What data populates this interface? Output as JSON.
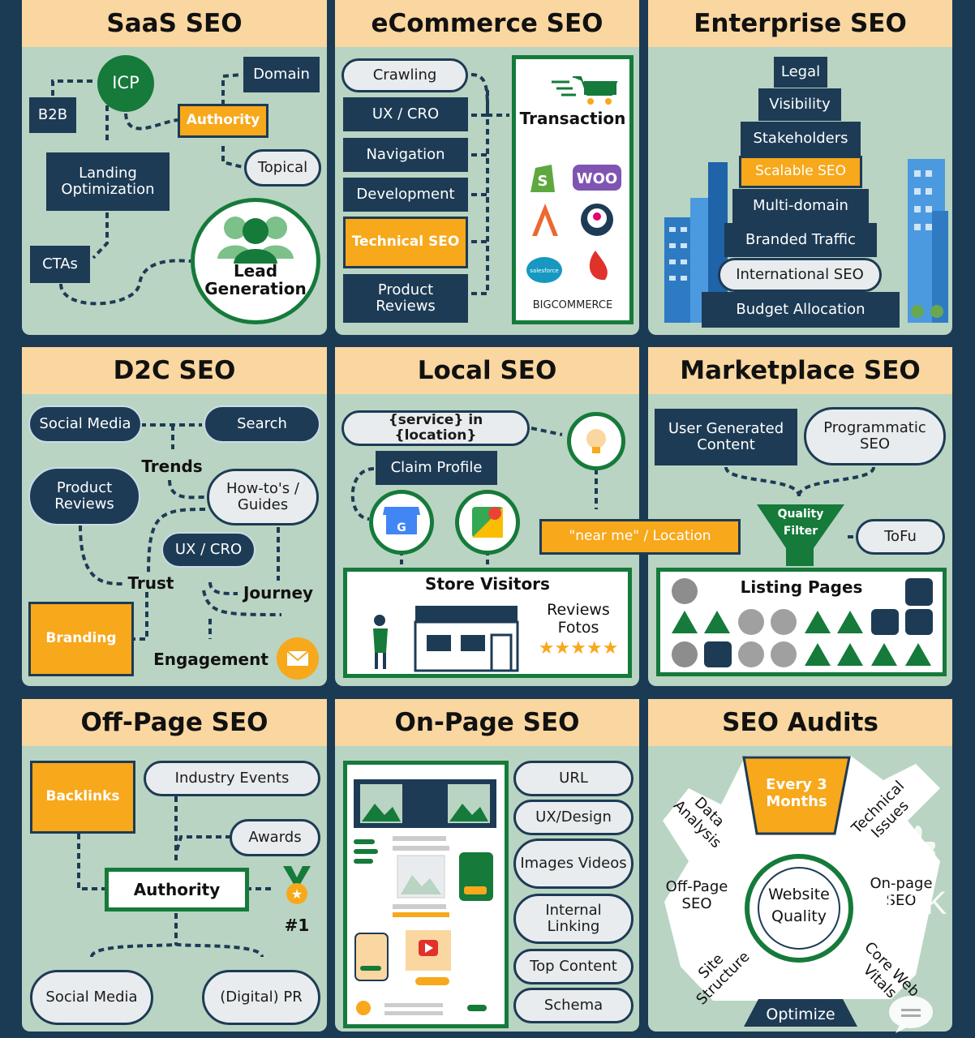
{
  "panels": {
    "saas": {
      "title": "SaaS SEO",
      "icp": "ICP",
      "domain": "Domain",
      "b2b": "B2B",
      "authority": "Authority",
      "landing": "Landing Optimization",
      "topical": "Topical",
      "ctas": "CTAs",
      "lead": "Lead Generation"
    },
    "ecom": {
      "title": "eCommerce SEO",
      "items": [
        "Crawling",
        "UX / CRO",
        "Navigation",
        "Development",
        "Technical SEO",
        "Product Reviews"
      ],
      "transaction": "Transaction",
      "bigcommerce": "BIGCOMMERCE",
      "salesforce": "salesforce",
      "woo": "WOO"
    },
    "enterprise": {
      "title": "Enterprise SEO",
      "levels": [
        "Legal",
        "Visibility",
        "Stakeholders",
        "Scalable SEO",
        "Multi-domain",
        "Branded Traffic",
        "International SEO",
        "Budget Allocation"
      ]
    },
    "d2c": {
      "title": "D2C SEO",
      "social": "Social Media",
      "search": "Search",
      "trends": "Trends",
      "product_reviews": "Product Reviews",
      "howto": "How-to's / Guides",
      "uxcro": "UX / CRO",
      "trust": "Trust",
      "journey": "Journey",
      "branding": "Branding",
      "engagement": "Engagement"
    },
    "local": {
      "title": "Local SEO",
      "service": "{service} in {location}",
      "claim": "Claim Profile",
      "nearme": "\"near me\" / Location",
      "store": "Store Visitors",
      "reviews": "Reviews",
      "fotos": "Fotos",
      "stars": "★★★★★"
    },
    "market": {
      "title": "Marketplace SEO",
      "ugc": "User Generated Content",
      "programmatic": "Programmatic SEO",
      "quality_filter": "Quality Filter",
      "tofu": "ToFu",
      "listing": "Listing Pages"
    },
    "offpage": {
      "title": "Off-Page SEO",
      "backlinks": "Backlinks",
      "events": "Industry Events",
      "awards": "Awards",
      "authority": "Authority",
      "rank": "#1",
      "social": "Social Media",
      "pr": "(Digital) PR"
    },
    "onpage": {
      "title": "On-Page SEO",
      "items": [
        "URL",
        "UX/Design",
        "Images Videos",
        "Internal Linking",
        "Top Content",
        "Schema"
      ]
    },
    "audits": {
      "title": "SEO Audits",
      "every": "Every 3 Months",
      "data": "Data Analysis",
      "technical": "Technical Issues",
      "offpage": "Off-Page SEO",
      "onpage": "On-page SEO",
      "site": "Site Structure",
      "core": "Core Web Vitals",
      "optimize": "Optimize",
      "center": "Website Quality"
    }
  },
  "overlay": {
    "likes": "1.1K"
  },
  "colors": {
    "navy": "#1d3b55",
    "orange": "#f7a81b",
    "green": "#157a3a",
    "sage": "#b9d4c2",
    "peach": "#fad7a0"
  }
}
